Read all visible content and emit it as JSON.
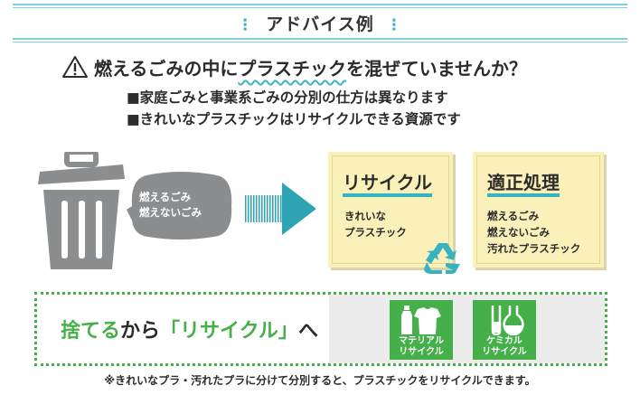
{
  "header": {
    "title": "アドバイス例",
    "deco_left": "⋮",
    "deco_right": "⋮"
  },
  "question": {
    "prefix": "燃えるごみの中に",
    "highlight": "プラスチック",
    "suffix": "を混ぜていませんか？"
  },
  "notes": [
    "■家庭ごみと事業系ごみの分別の仕方は異なります",
    "■きれいなプラスチックはリサイクルできる資源です"
  ],
  "bubble": {
    "lines": [
      "燃えるごみ",
      "燃えないごみ"
    ]
  },
  "cards": [
    {
      "title": "リサイクル",
      "items": [
        "きれいな",
        "プラスチック"
      ]
    },
    {
      "title": "適正処理",
      "items": [
        "燃えるごみ",
        "燃えないごみ",
        "汚れたプラスチック"
      ]
    }
  ],
  "banner": {
    "text_green": "捨てる",
    "text_middle": "から",
    "text_bracket": "「リサイクル」",
    "text_end": "へ",
    "tiles": [
      {
        "label_1": "マテリアル",
        "label_2": "リサイクル",
        "icon": "bottle-shirt-icon"
      },
      {
        "label_1": "ケミカル",
        "label_2": "リサイクル",
        "icon": "flask-icon"
      }
    ]
  },
  "footnote": "※きれいなプラ・汚れたプラに分けて分別すると、プラスチックをリサイクルできます。",
  "colors": {
    "accent": "#3fb3c2",
    "green": "#45b049",
    "card": "#faf0b9",
    "bin": "#8b8d8f"
  }
}
